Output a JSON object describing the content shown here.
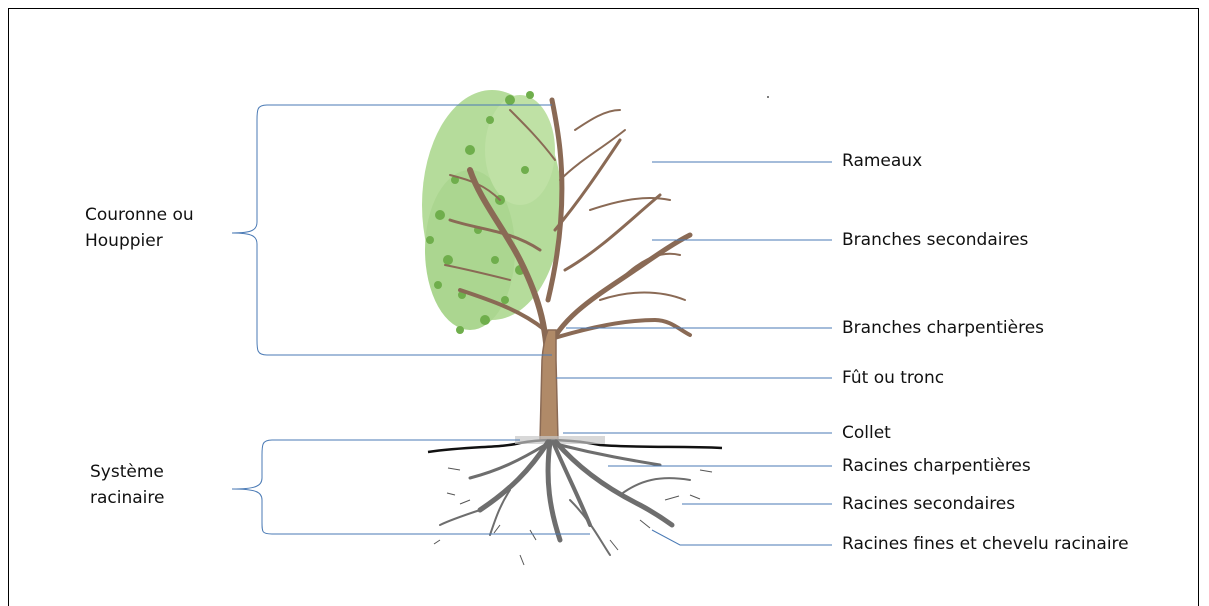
{
  "groups": {
    "crown": {
      "line1": "Couronne ou",
      "line2": "Houppier"
    },
    "roots": {
      "line1": "Système",
      "line2": "racinaire"
    }
  },
  "labels": {
    "rameaux": "Rameaux",
    "branches_secondaires": "Branches secondaires",
    "branches_charpentieres": "Branches charpentières",
    "fut": "Fût ou tronc",
    "collet": "Collet",
    "racines_charpentieres": "Racines charpentières",
    "racines_secondaires": "Racines secondaires",
    "racines_fines": "Racines fines et chevelu racinaire"
  },
  "colors": {
    "leader_line": "#4a7ab5",
    "trunk": "#b08a68",
    "branches": "#8a6a55",
    "foliage": "#8cc46a",
    "roots": "#6e6e6e",
    "soil": "#111111"
  }
}
